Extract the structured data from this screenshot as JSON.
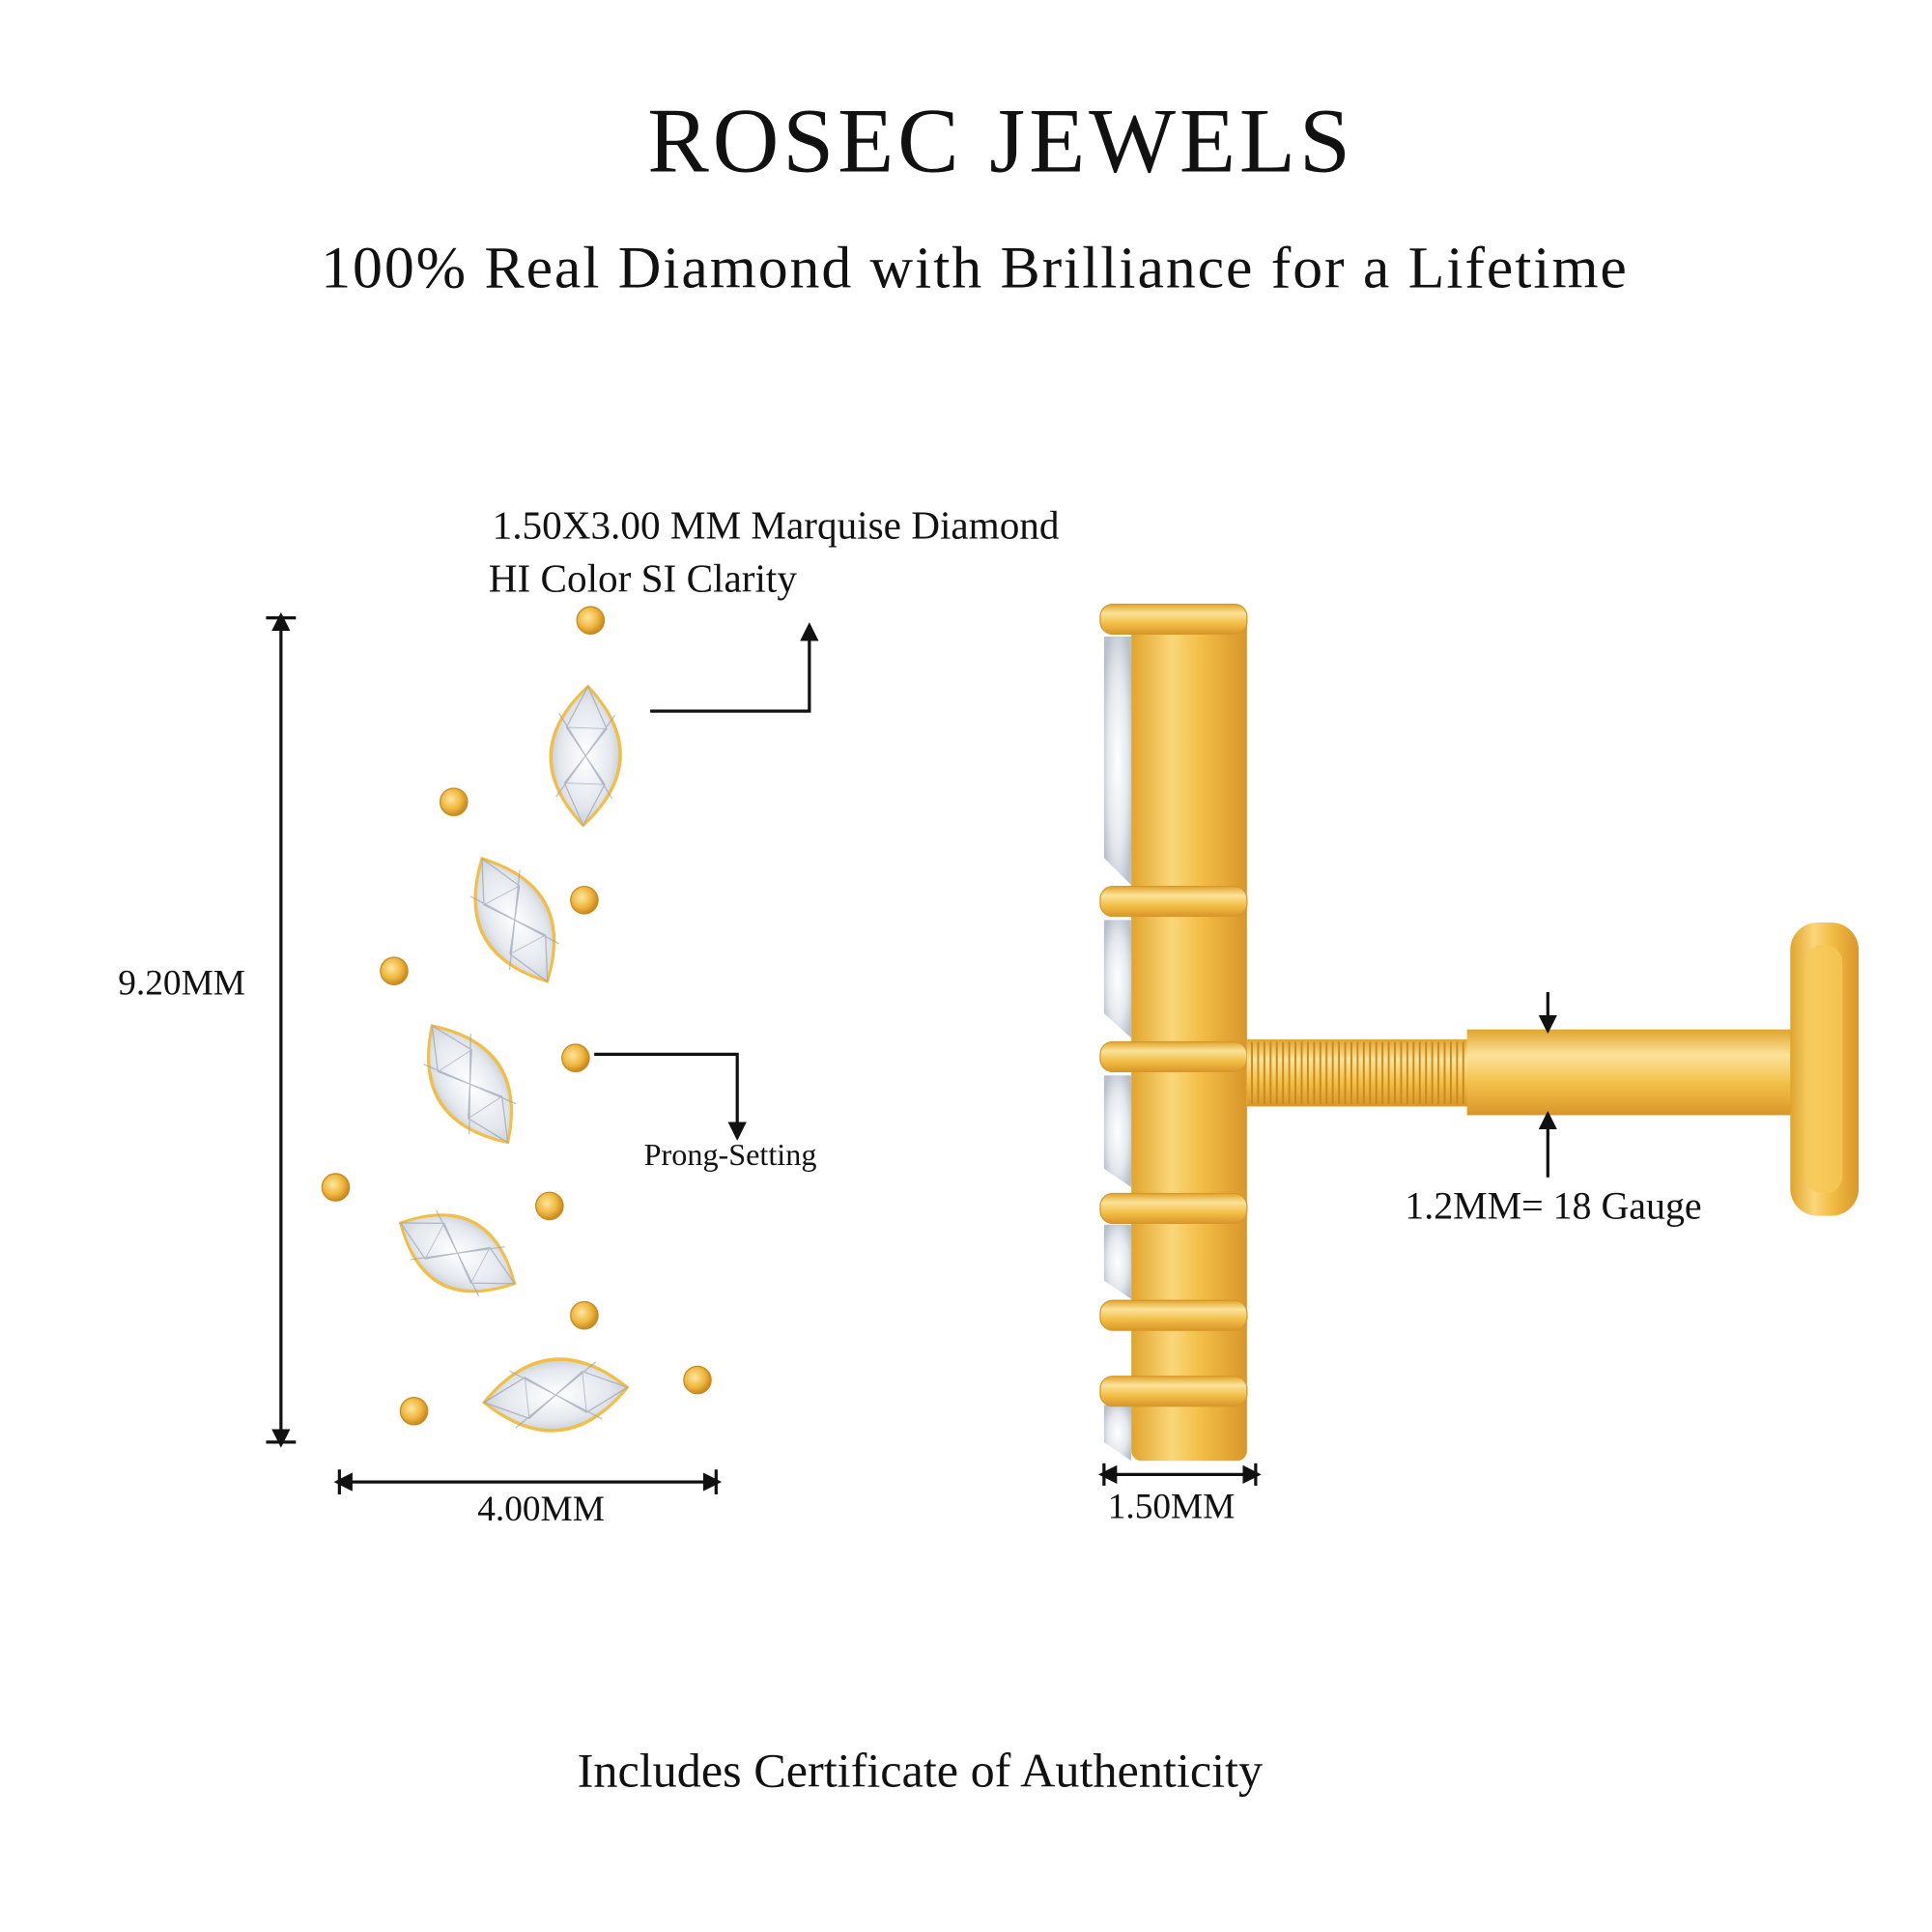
{
  "header": {
    "brand": "ROSEC JEWELS",
    "tagline": "100% Real Diamond with Brilliance for a Lifetime"
  },
  "annotations": {
    "stone_line1": "1.50X3.00 MM Marquise Diamond",
    "stone_line2": "HI Color SI Clarity",
    "height": "9.20MM",
    "width": "4.00MM",
    "prong": "Prong-Setting",
    "depth": "1.50MM",
    "gauge": "1.2MM= 18 Gauge"
  },
  "footer": {
    "certificate": "Includes Certificate of Authenticity"
  },
  "colors": {
    "gold": "#F2BE45",
    "gold_dark": "#D9A02A",
    "gold_light": "#FBDC8A",
    "diamond": "#E9ECF1"
  }
}
